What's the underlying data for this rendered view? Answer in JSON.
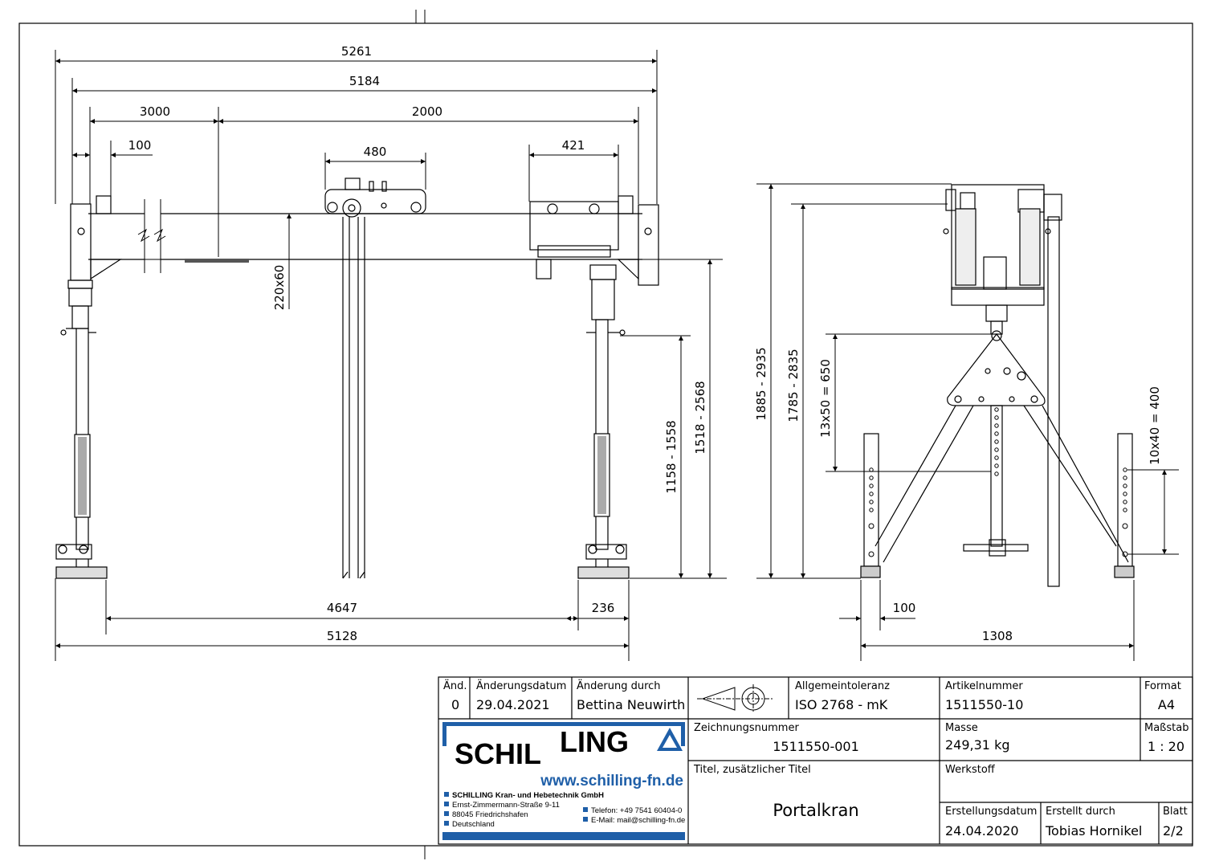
{
  "dimensions": {
    "overall_top": "5261",
    "second": "5184",
    "left_span": "3000",
    "right_span": "2000",
    "offset_small": "100",
    "trolley_width": "480",
    "end_carriage": "421",
    "beam_profile": "220x60",
    "leg_height_short": "1158 - 1558",
    "leg_height_long": "1518 - 2568",
    "bottom_inner": "4647",
    "foot_width": "236",
    "bottom_overall": "5128",
    "side_total_height": "1885 - 2935",
    "side_beam_height": "1785 - 2835",
    "side_steps": "13x50 = 650",
    "side_leg_steps": "10x40 = 400",
    "side_offset": "100",
    "side_width": "1308"
  },
  "title_block": {
    "rev_label": "Änd.",
    "rev_value": "0",
    "change_date_label": "Änderungsdatum",
    "change_date_value": "29.04.2021",
    "changed_by_label": "Änderung durch",
    "changed_by_value": "Bettina Neuwirth",
    "tolerance_label": "Allgemeintoleranz",
    "tolerance_value": "ISO 2768 - mK",
    "article_label": "Artikelnummer",
    "article_value": "1511550-10",
    "format_label": "Format",
    "format_value": "A4",
    "drawing_no_label": "Zeichnungsnummer",
    "drawing_no_value": "1511550-001",
    "mass_label": "Masse",
    "mass_value": "249,31 kg",
    "scale_label": "Maßstab",
    "scale_value": "1 : 20",
    "title_label": "Titel, zusätzlicher Titel",
    "title_value": "Portalkran",
    "material_label": "Werkstoff",
    "created_date_label": "Erstellungsdatum",
    "created_date_value": "24.04.2020",
    "created_by_label": "Erstellt durch",
    "created_by_value": "Tobias Hornikel",
    "sheet_label": "Blatt",
    "sheet_value": "2/2"
  },
  "logo": {
    "brand_left": "SCHIL",
    "brand_right": "LING",
    "url": "www.schilling-fn.de",
    "company": "SCHILLING Kran- und Hebetechnik GmbH",
    "street": "Ernst-Zimmermann-Straße 9-11",
    "city": "88045 Friedrichshafen",
    "country": "Deutschland",
    "phone": "Telefon: +49 7541 60404-0",
    "email": "E-Mail: mail@schilling-fn.de",
    "brand_color": "#1f5fa8"
  }
}
